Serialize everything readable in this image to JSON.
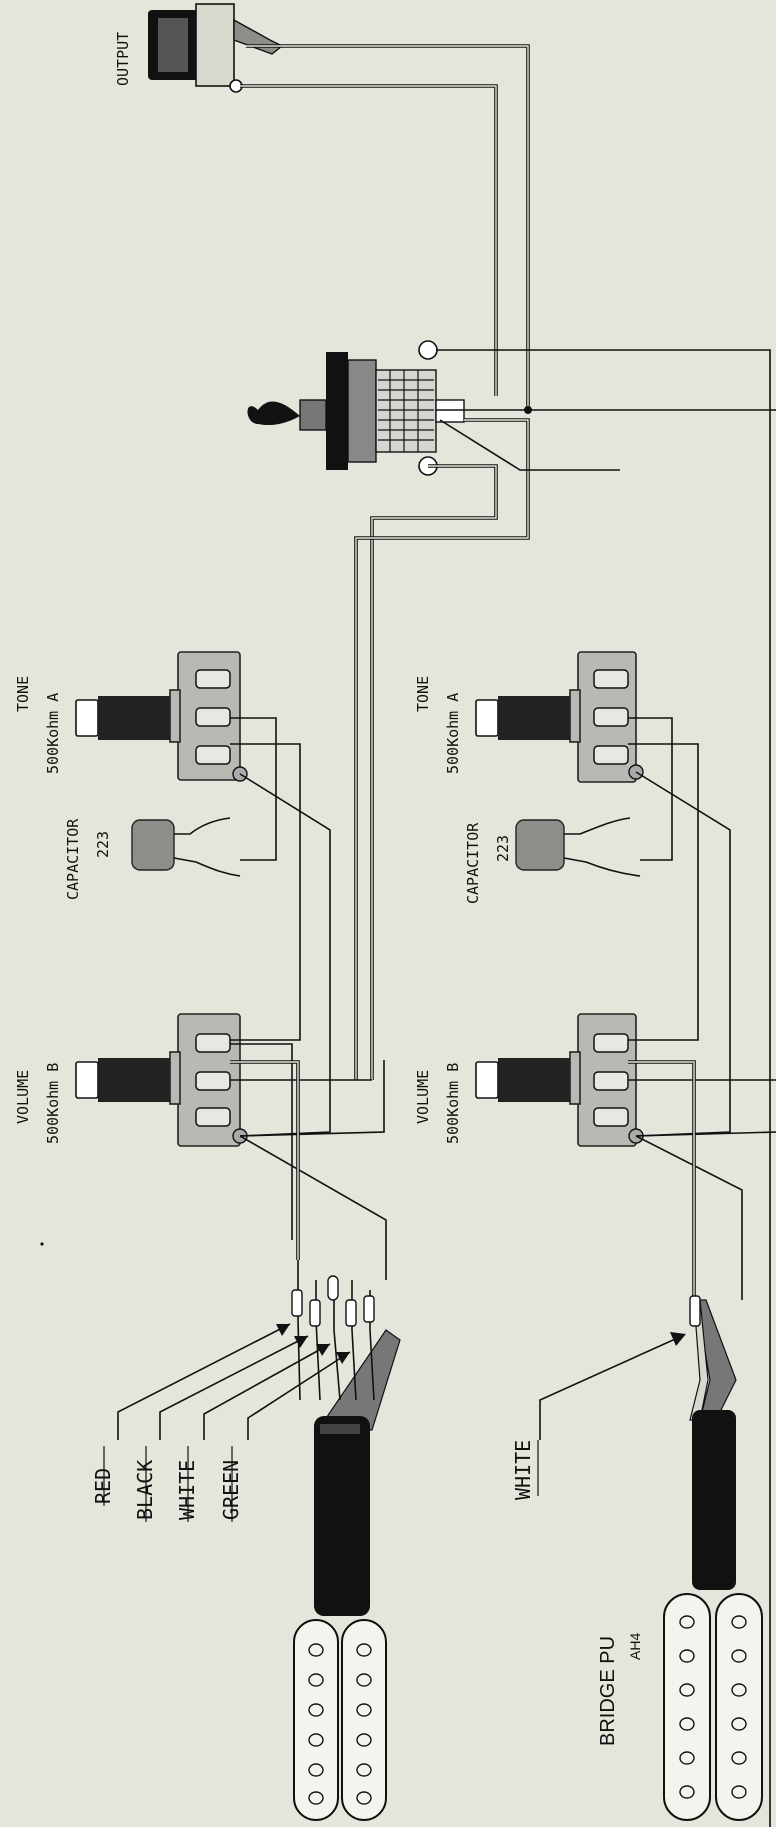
{
  "labels": {
    "output": "OUTPUT",
    "tone": "TONE",
    "volume": "VOLUME",
    "tone_value": "500Kohm A",
    "volume_value": "500Kohm B",
    "capacitor": "CAPACITOR",
    "capacitor_value": "223",
    "bridge_pu": "BRIDGE PU",
    "bridge_pu_model": "AH4"
  },
  "neck_wire_colors": [
    "RED",
    "BLACK",
    "WHITE",
    "GREEN"
  ],
  "bridge_wire_colors": [
    "WHITE"
  ],
  "colors": {
    "background": "#e6e5dc",
    "pot_body": "#b9b8b2",
    "capacitor": "#8d8d8a",
    "wire": "#111111"
  }
}
